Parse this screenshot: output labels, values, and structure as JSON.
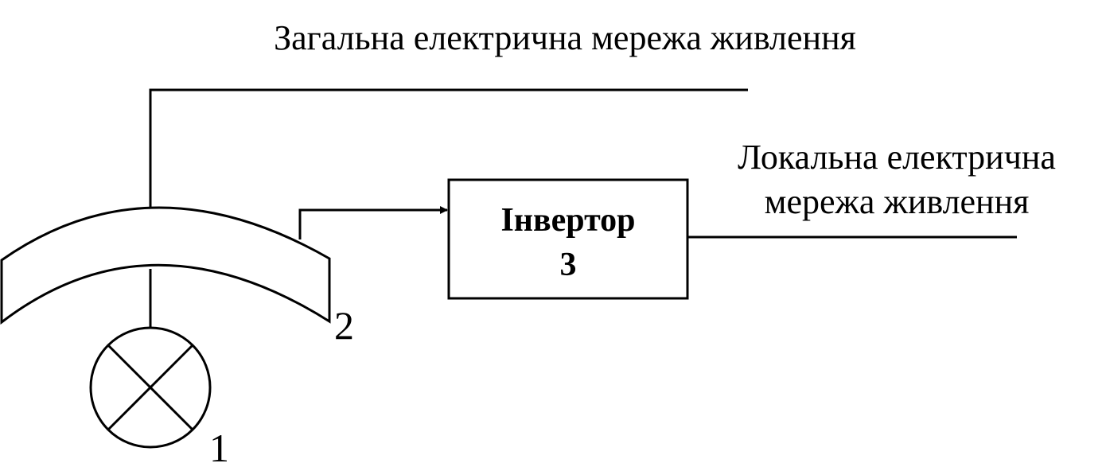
{
  "labels": {
    "general_grid": "Загальна електрична мережа живлення",
    "local_grid_line1": "Локальна електрична",
    "local_grid_line2": "мережа живлення",
    "inverter_name": "Інвертор",
    "inverter_number": "3",
    "panel_number": "2",
    "lamp_number": "1"
  },
  "colors": {
    "line": "#000000",
    "background": "#ffffff"
  }
}
